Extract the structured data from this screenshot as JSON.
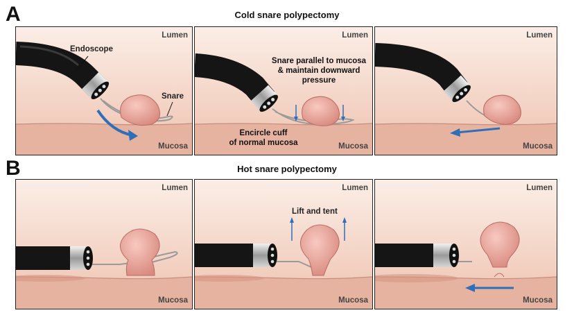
{
  "section_a": {
    "letter": "A",
    "title": "Cold snare polypectomy",
    "panels": [
      {
        "lumen": "Lumen",
        "mucosa": "Mucosa",
        "labels": {
          "endoscope": "Endoscope",
          "snare": "Snare"
        }
      },
      {
        "lumen": "Lumen",
        "mucosa": "Mucosa",
        "labels": {
          "instruction_line1": "Snare parallel to mucosa",
          "instruction_line2": "& maintain downward",
          "instruction_line3": "pressure",
          "cuff_line1": "Encircle cuff",
          "cuff_line2": "of normal mucosa"
        }
      },
      {
        "lumen": "Lumen",
        "mucosa": "Mucosa"
      }
    ]
  },
  "section_b": {
    "letter": "B",
    "title": "Hot snare polypectomy",
    "panels": [
      {
        "lumen": "Lumen",
        "mucosa": "Mucosa"
      },
      {
        "lumen": "Lumen",
        "mucosa": "Mucosa",
        "labels": {
          "lift": "Lift and tent"
        }
      },
      {
        "lumen": "Lumen",
        "mucosa": "Mucosa"
      }
    ]
  },
  "colors": {
    "lumen_top": "#fbeee6",
    "lumen_bottom": "#f1c7b6",
    "mucosa": "#e7b3a1",
    "polyp": "#eaa39a",
    "endoscope": "#151515",
    "arrow": "#2f6fb8"
  }
}
